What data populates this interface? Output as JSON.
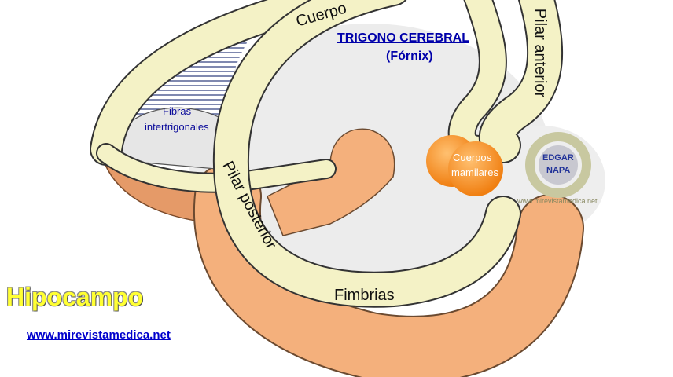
{
  "title": "TRIGONO CEREBRAL",
  "subtitle": "(Fórnix)",
  "labels": {
    "cuerpo": "Cuerpo",
    "pilar_anterior": "Pilar anterior",
    "pilar_posterior": "Pilar posterior",
    "fibras": "Fibras",
    "intertrigonales": "intertrigonales",
    "cuerpos": "Cuerpos",
    "mamilares": "mamilares",
    "fimbrias": "Fimbrias",
    "hipocampo": "Hipocampo"
  },
  "logo": {
    "top": "EDGAR",
    "bottom": "NAPA",
    "ring_text": "www.mirevistamedica.net"
  },
  "link": "www.mirevistamedica.net",
  "colors": {
    "fornix": "#f4f2c6",
    "hippocampus": "#f4b07c",
    "shadow": "#e4e4e4",
    "orange": "#f7941d",
    "title": "#0000aa"
  }
}
